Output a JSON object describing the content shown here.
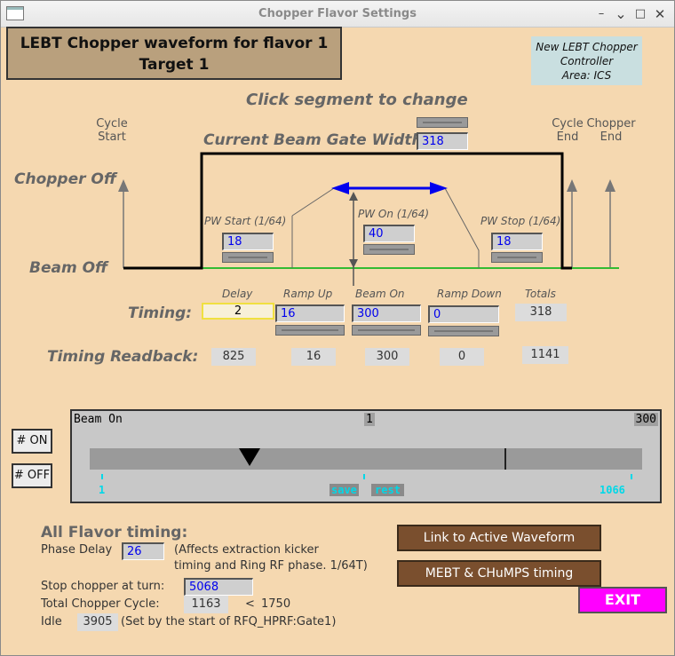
{
  "window": {
    "title": "Chopper Flavor Settings"
  },
  "header": {
    "line1": "LEBT Chopper waveform for flavor 1",
    "line2": "Target 1"
  },
  "controller": {
    "line1": "New LEBT Chopper",
    "line2": "Controller",
    "line3": "Area: ICS"
  },
  "instructions": "Click segment to change",
  "labels": {
    "cycle_start_1": "Cycle",
    "cycle_start_2": "Start",
    "cycle_end_1": "Cycle",
    "cycle_end_2": "End",
    "chopper_end_1": "Chopper",
    "chopper_end_2": "End",
    "chopper_off": "Chopper Off",
    "beam_off": "Beam Off",
    "current_gate": "Current Beam Gate Width:",
    "pw_start": "PW Start (1/64)",
    "pw_on": "PW On (1/64)",
    "pw_stop": "PW Stop (1/64)"
  },
  "gate": {
    "width": "318"
  },
  "pw": {
    "start": "18",
    "on": "40",
    "stop": "18"
  },
  "timing": {
    "label": "Timing:",
    "readback_label": "Timing Readback:",
    "headers": {
      "delay": "Delay",
      "ramp_up": "Ramp Up",
      "beam_on": "Beam On",
      "ramp_down": "Ramp Down",
      "totals": "Totals"
    },
    "values": {
      "delay": "2",
      "ramp_up": "16",
      "beam_on": "300",
      "ramp_down": "0",
      "total": "318"
    },
    "readback": {
      "delay": "825",
      "ramp_up": "16",
      "beam_on": "300",
      "ramp_down": "0",
      "total": "1141"
    }
  },
  "buttons": {
    "on": "# ON",
    "off": "# OFF"
  },
  "scrubber": {
    "title": "Beam On",
    "current": "1",
    "max": "300",
    "min_label": "1",
    "max_label": "1066",
    "save": "save",
    "rest": "rest",
    "marker_fraction": 0.29,
    "tick_fraction": 0.75
  },
  "all_flavor": {
    "title": "All Flavor timing:",
    "phase_delay_label": "Phase Delay",
    "phase_delay": "26",
    "phase_note_1": "(Affects extraction kicker",
    "phase_note_2": "timing and Ring RF phase. 1/64T)",
    "stop_label": "Stop chopper at turn:",
    "stop_value": "5068",
    "total_label": "Total Chopper Cycle:",
    "total_value": "1163",
    "total_lt": "<",
    "total_limit": "1750",
    "idle_label": "Idle",
    "idle_value": "3905",
    "idle_note": "(Set by the start of RFQ_HPRF:Gate1)"
  },
  "actions": {
    "link": "Link to Active Waveform",
    "mebt": "MEBT & CHuMPS timing",
    "exit": "EXIT"
  },
  "colors": {
    "beam_line": "#33bb33",
    "arrow_blue": "#0000ee",
    "exit": "#ff00ff",
    "brown": "#7a4f2e"
  }
}
